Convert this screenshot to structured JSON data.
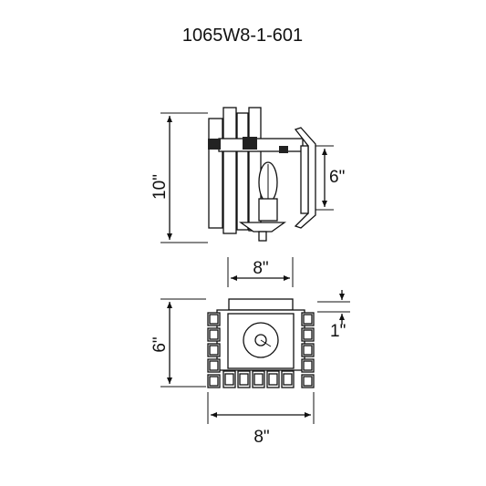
{
  "title": "1065W8-1-601",
  "side_view": {
    "height_label": "10\"",
    "backplate_label": "6\""
  },
  "top_view": {
    "width_label": "8\""
  },
  "front_view": {
    "height_label": "6\"",
    "offset_label": "1\"",
    "width_label": "8\""
  }
}
